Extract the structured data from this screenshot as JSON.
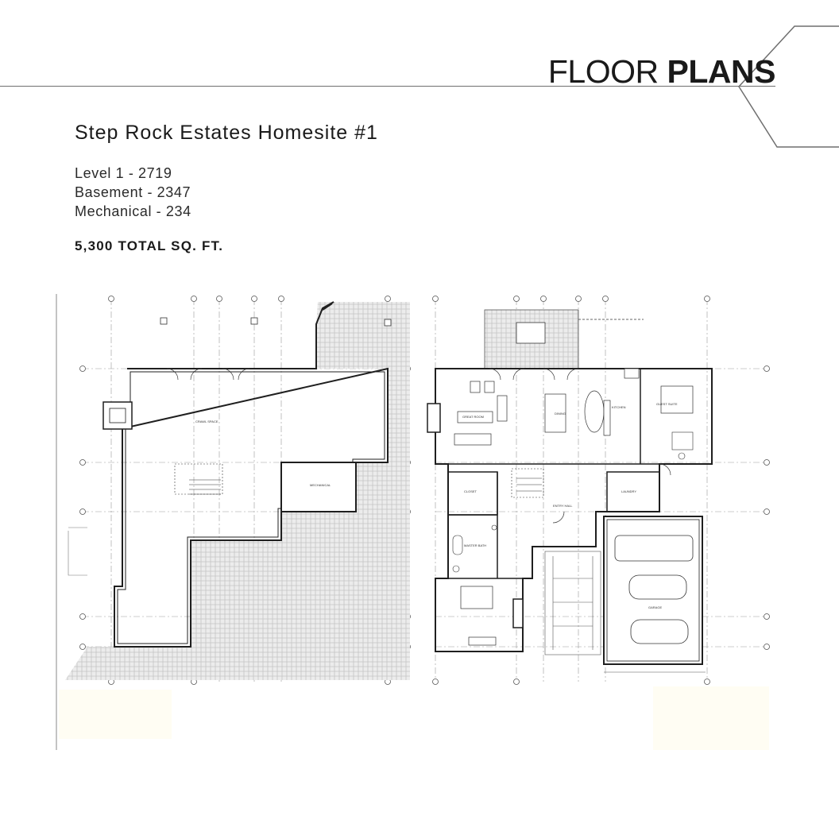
{
  "header": {
    "title_light": "FLOOR ",
    "title_bold": "PLANS"
  },
  "property": {
    "name": "Step Rock Estates Homesite #1",
    "levels": [
      {
        "label": "Level 1 - 2719"
      },
      {
        "label": "Basement - 2347"
      },
      {
        "label": "Mechanical - 234"
      }
    ],
    "total": "5,300 TOTAL SQ. FT."
  },
  "colors": {
    "line": "#6f6f6f",
    "wall": "#1f1f1f",
    "hatch": "#c9c9c9",
    "note": "#fffdf3"
  }
}
